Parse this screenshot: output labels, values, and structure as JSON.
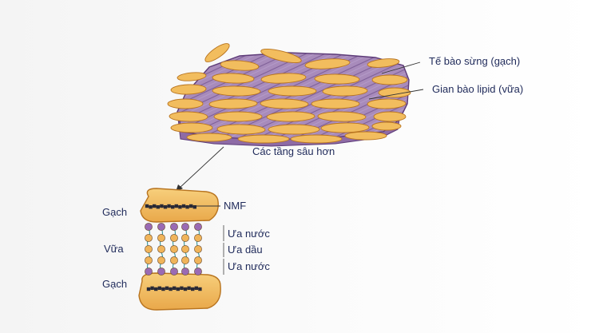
{
  "labels": {
    "corneocytes": "Tế bào sừng (gạch)",
    "lipid_matrix": "Gian bào lipid (vữa)",
    "deeper_layers": "Các tầng sâu hơn",
    "brick_top": "Gạch",
    "mortar": "Vữa",
    "brick_bottom": "Gạch",
    "nmf": "NMF",
    "hydrophilic_top": "Ưa nước",
    "lipophilic": "Ưa dầu",
    "hydrophilic_bottom": "Ưa nước"
  },
  "colors": {
    "brick_fill": "#f2bd5e",
    "brick_stroke": "#b8741f",
    "lipid_fill": "#a27fb4",
    "lipid_stroke": "#5d3b78",
    "head_purple": "#9a6bb4",
    "head_orange": "#f0b45a",
    "tail_teal": "#3a9aa0",
    "nmf_dot": "#2a2a36",
    "text": "#1f2a5a"
  }
}
